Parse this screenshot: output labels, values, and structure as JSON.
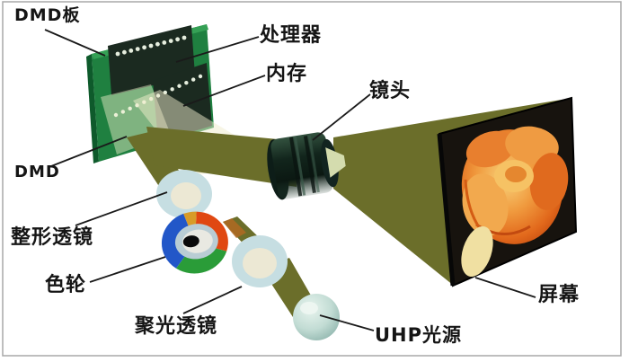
{
  "figure": {
    "type": "diagram",
    "subject": "DLP projector optical path"
  },
  "labels": {
    "dmd_board": "DMD板",
    "processor": "处理器",
    "memory": "内存",
    "lens": "镜头",
    "dmd": "DMD",
    "shaping_lens": "整形透镜",
    "color_wheel": "色轮",
    "condenser_lens": "聚光透镜",
    "uhp_lamp": "UHP光源",
    "screen": "屏幕"
  },
  "colors": {
    "beam": "#6b6e2a",
    "dmd_glow": "#efeccb",
    "pcb": "#1f8040",
    "pcb_side": "#0e5a2b",
    "pcb_bevel": "#35a055",
    "chip": "#1b2a20",
    "dmd_chip": "#e9e4bd",
    "wheel_blue": "#2257c8",
    "wheel_red": "#e04812",
    "wheel_green": "#2a9c38",
    "wheel_yellow": "#d89c28",
    "wheel_hub_ring": "#b9cdd4",
    "glass": "#c6dee2",
    "glass_core": "#ece8d4",
    "lamp": "#bcd8d2",
    "screen_face": "#17130e",
    "leader_line": "#1a1a1a",
    "border": "#a8a8a8"
  }
}
